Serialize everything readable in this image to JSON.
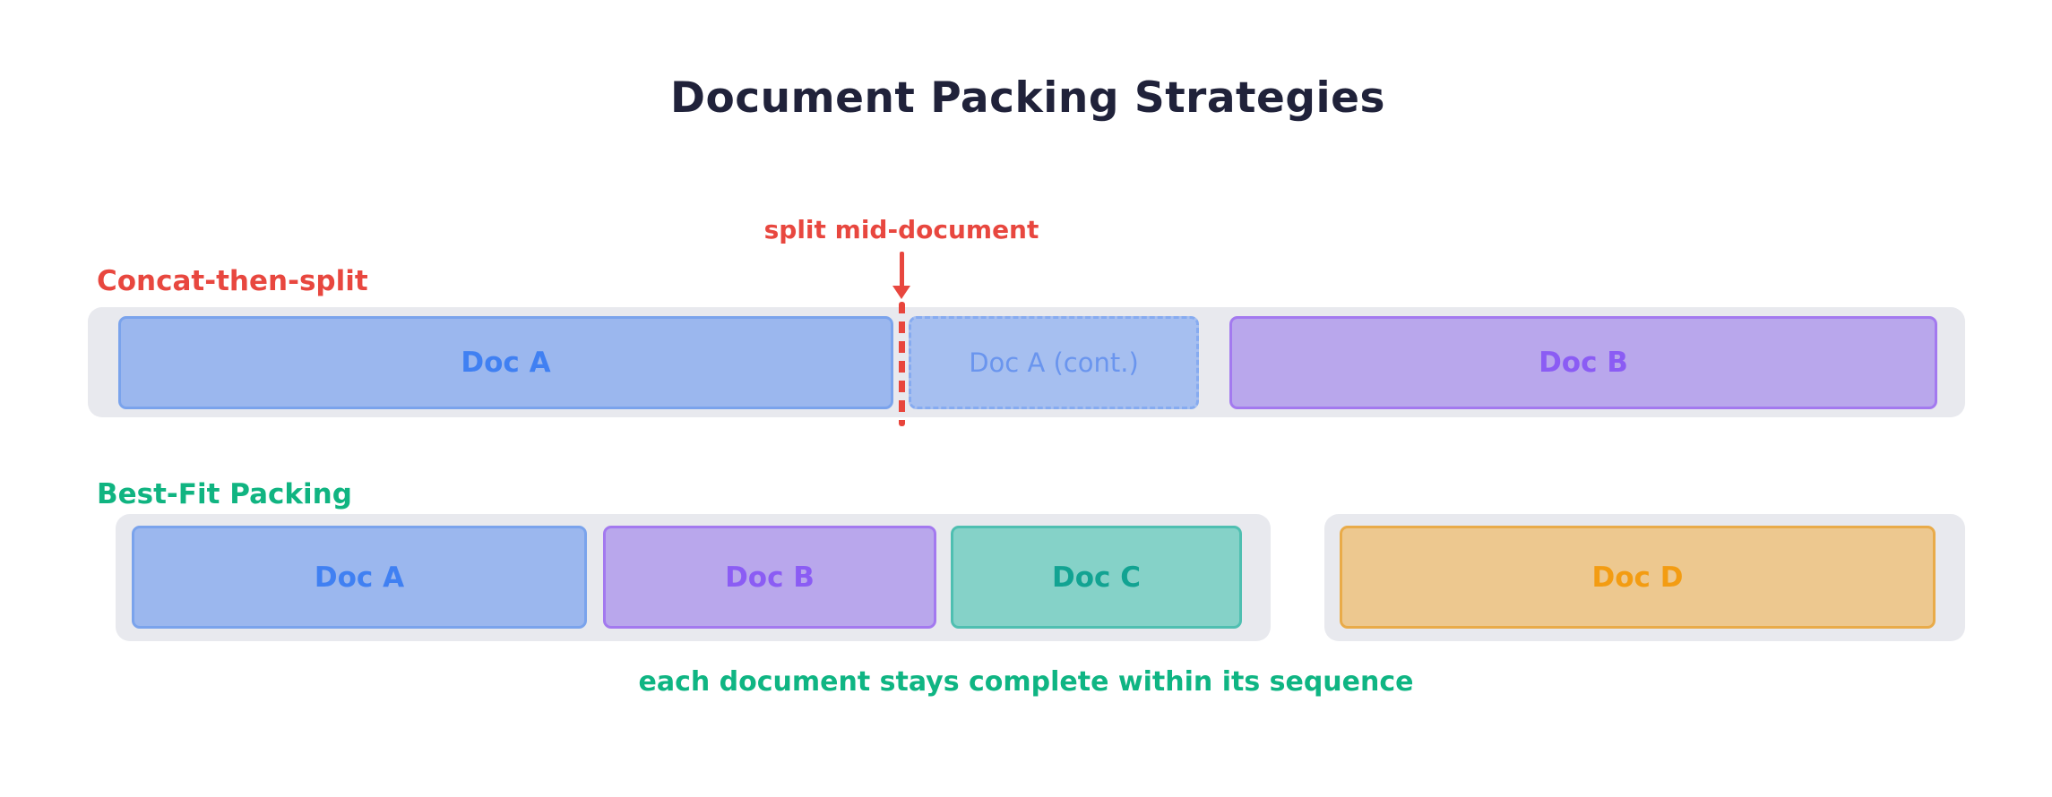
{
  "title": "Document Packing Strategies",
  "strategy_concat": {
    "label": "Concat-then-split",
    "annotation": "split mid-document",
    "sequence": {
      "docs": [
        {
          "label": "Doc A",
          "color": "blue",
          "border_style": "solid"
        },
        {
          "label": "Doc A (cont.)",
          "color": "blue",
          "border_style": "dashed"
        },
        {
          "label": "Doc B",
          "color": "purple",
          "border_style": "solid"
        }
      ]
    }
  },
  "strategy_bestfit": {
    "label": "Best-Fit Packing",
    "caption": "each document stays complete within its sequence",
    "sequences": [
      {
        "docs": [
          {
            "label": "Doc A",
            "color": "blue",
            "border_style": "solid"
          },
          {
            "label": "Doc B",
            "color": "purple",
            "border_style": "solid"
          },
          {
            "label": "Doc C",
            "color": "teal",
            "border_style": "solid"
          }
        ]
      },
      {
        "docs": [
          {
            "label": "Doc D",
            "color": "orange",
            "border_style": "solid"
          }
        ]
      }
    ]
  },
  "colors": {
    "background": "#ffffff",
    "title_text": "#20223a",
    "accent_red": "#e8473f",
    "accent_green": "#10b481",
    "sequence_container_bg": "#e8e9ee",
    "blue_fill": "#9bb7ee",
    "blue_border": "#7aa3ec",
    "blue_text": "#4080f2",
    "blue_cont_fill": "#a6bff0",
    "blue_cont_text": "#6a95ee",
    "purple_fill": "#b9a7ec",
    "purple_border": "#a379ef",
    "purple_text": "#8b5cf4",
    "teal_fill": "#85d2c8",
    "teal_border": "#4fbfb1",
    "teal_text": "#12a392",
    "orange_fill": "#edc88f",
    "orange_border": "#e9ab49",
    "orange_text": "#f39c12"
  }
}
